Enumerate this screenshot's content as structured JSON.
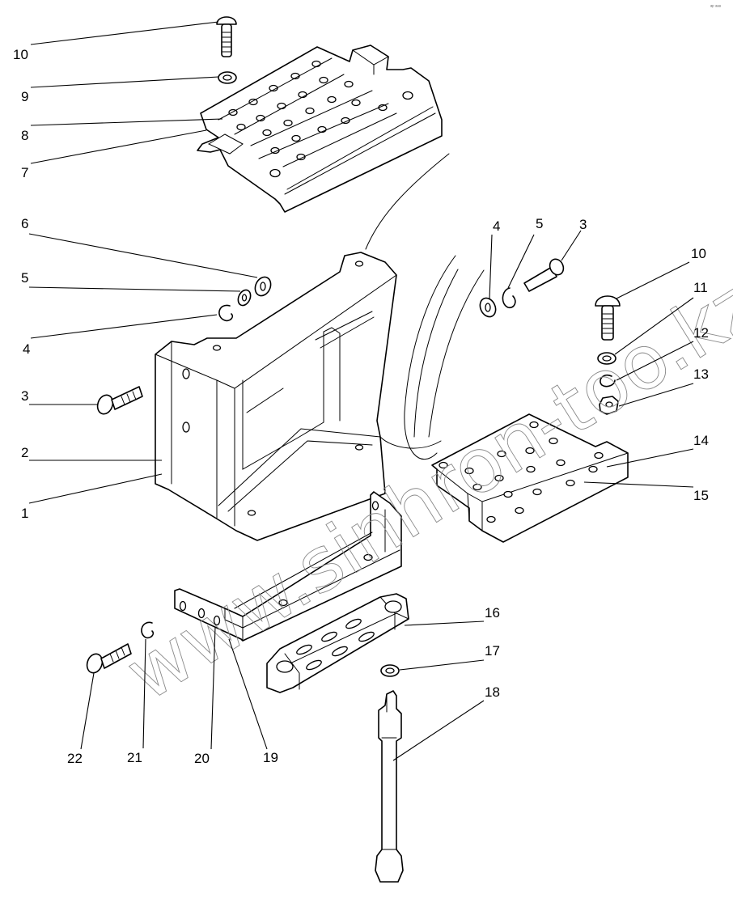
{
  "diagram": {
    "type": "exploded-parts-view",
    "corner_mark": "ᵃᵖ ᵃᵃᵃ",
    "watermark": "www.sinhron-too.kz",
    "parts": [
      {
        "id": "cover-plate",
        "description": "perforated top cover plate"
      },
      {
        "id": "battery-box",
        "description": "main bracket / battery box"
      },
      {
        "id": "step-plate",
        "description": "perforated step plate"
      },
      {
        "id": "lower-bracket",
        "description": "L-shaped lower bracket"
      },
      {
        "id": "step-block",
        "description": "slotted step block"
      },
      {
        "id": "tie-rod",
        "description": "hook tie rod"
      },
      {
        "id": "cable",
        "description": "cables / hoses"
      }
    ],
    "callouts": [
      {
        "label": "10",
        "side": "left",
        "target": "carriage bolt (top)"
      },
      {
        "label": "9",
        "side": "left",
        "target": "washer (top)"
      },
      {
        "label": "8",
        "side": "left",
        "target": "cover plate (inner)"
      },
      {
        "label": "7",
        "side": "left",
        "target": "cover plate"
      },
      {
        "label": "6",
        "side": "left",
        "target": "nut"
      },
      {
        "label": "5",
        "side": "left",
        "target": "flat washer"
      },
      {
        "label": "4",
        "side": "left",
        "target": "spring washer"
      },
      {
        "label": "3",
        "side": "left",
        "target": "hex bolt"
      },
      {
        "label": "2",
        "side": "left",
        "target": "bracket (inner)"
      },
      {
        "label": "1",
        "side": "left",
        "target": "bracket"
      },
      {
        "label": "4",
        "side": "right",
        "target": "nut"
      },
      {
        "label": "5",
        "side": "right",
        "target": "spring washer"
      },
      {
        "label": "3",
        "side": "right",
        "target": "hex bolt"
      },
      {
        "label": "10",
        "side": "right",
        "target": "carriage bolt"
      },
      {
        "label": "11",
        "side": "right",
        "target": "flat washer"
      },
      {
        "label": "12",
        "side": "right",
        "target": "spring washer"
      },
      {
        "label": "13",
        "side": "right",
        "target": "nut"
      },
      {
        "label": "14",
        "side": "right",
        "target": "step plate (upper)"
      },
      {
        "label": "15",
        "side": "right",
        "target": "step plate"
      },
      {
        "label": "16",
        "side": "right",
        "target": "step block"
      },
      {
        "label": "17",
        "side": "right",
        "target": "washer"
      },
      {
        "label": "18",
        "side": "right",
        "target": "tie rod"
      },
      {
        "label": "22",
        "side": "bottom",
        "target": "hex bolt"
      },
      {
        "label": "21",
        "side": "bottom",
        "target": "spring washer"
      },
      {
        "label": "20",
        "side": "bottom",
        "target": "bracket hole"
      },
      {
        "label": "19",
        "side": "bottom",
        "target": "lower bracket"
      }
    ]
  }
}
